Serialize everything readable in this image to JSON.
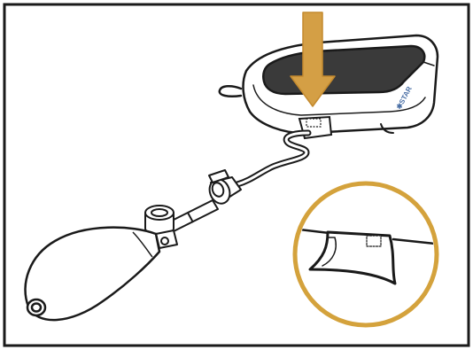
{
  "illustration": {
    "brand_label": "✱STAR",
    "icons": {
      "pressure_arrow": "down-arrow-icon",
      "cushion": "air-cushion",
      "bulb": "inflation-bulb",
      "valve": "valve",
      "detail_callout": "magnified-detail-circle"
    },
    "colors": {
      "frame": "#1a1a1a",
      "arrow_fill": "#d49f45",
      "arrow_stroke": "#c48a2e",
      "callout_ring": "#d4a23c",
      "cushion_top": "#3a3a3a",
      "outline": "#1a1a1a",
      "brand_text": "#4a6fa5"
    }
  }
}
